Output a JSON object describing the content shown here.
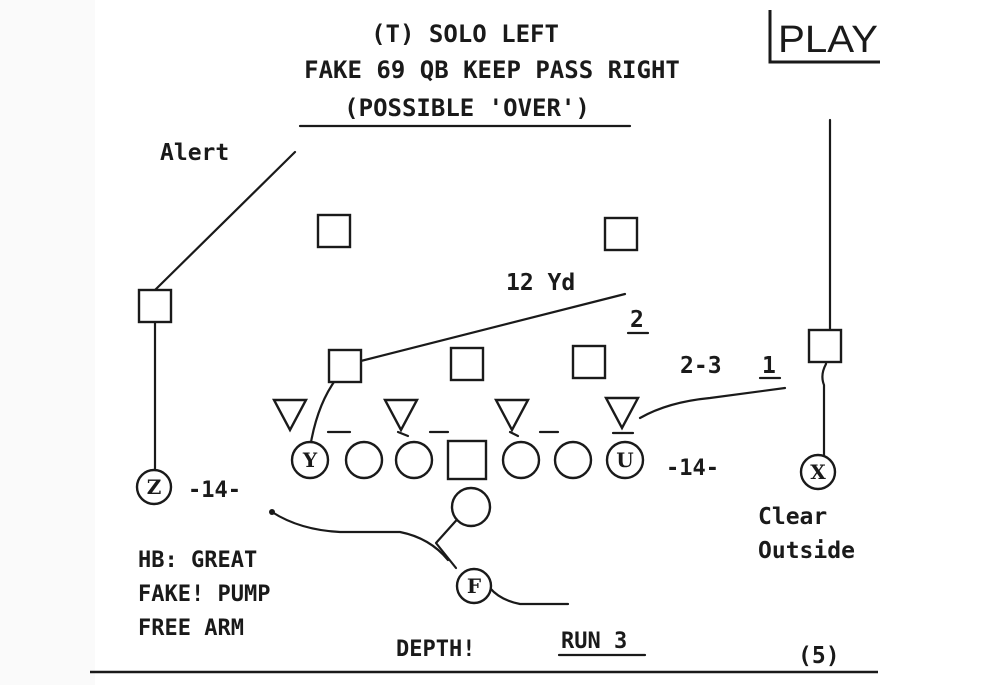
{
  "header": {
    "formation": "(T) SOLO LEFT",
    "play_name": "FAKE 69 QB KEEP PASS RIGHT",
    "note": "(POSSIBLE 'OVER')",
    "corner_box": "PLAY"
  },
  "labels": {
    "alert": "Alert",
    "twelve_yd": "12 Yd",
    "read_2": "2",
    "read_2_3": "2-3",
    "read_1": "1",
    "split_left": "-14-",
    "split_right": "-14-",
    "clear": "Clear",
    "outside": "Outside",
    "hb_line1": "HB: GREAT",
    "hb_line2": "FAKE! PUMP",
    "hb_line3": "FREE ARM",
    "depth": "DEPTH!",
    "run_3": "RUN 3",
    "page_number": "(5)"
  },
  "players": {
    "y": "Y",
    "u": "U",
    "z": "Z",
    "x": "X",
    "f": "F"
  },
  "colors": {
    "ink": "#1a1a1a",
    "paper": "#ffffff"
  }
}
